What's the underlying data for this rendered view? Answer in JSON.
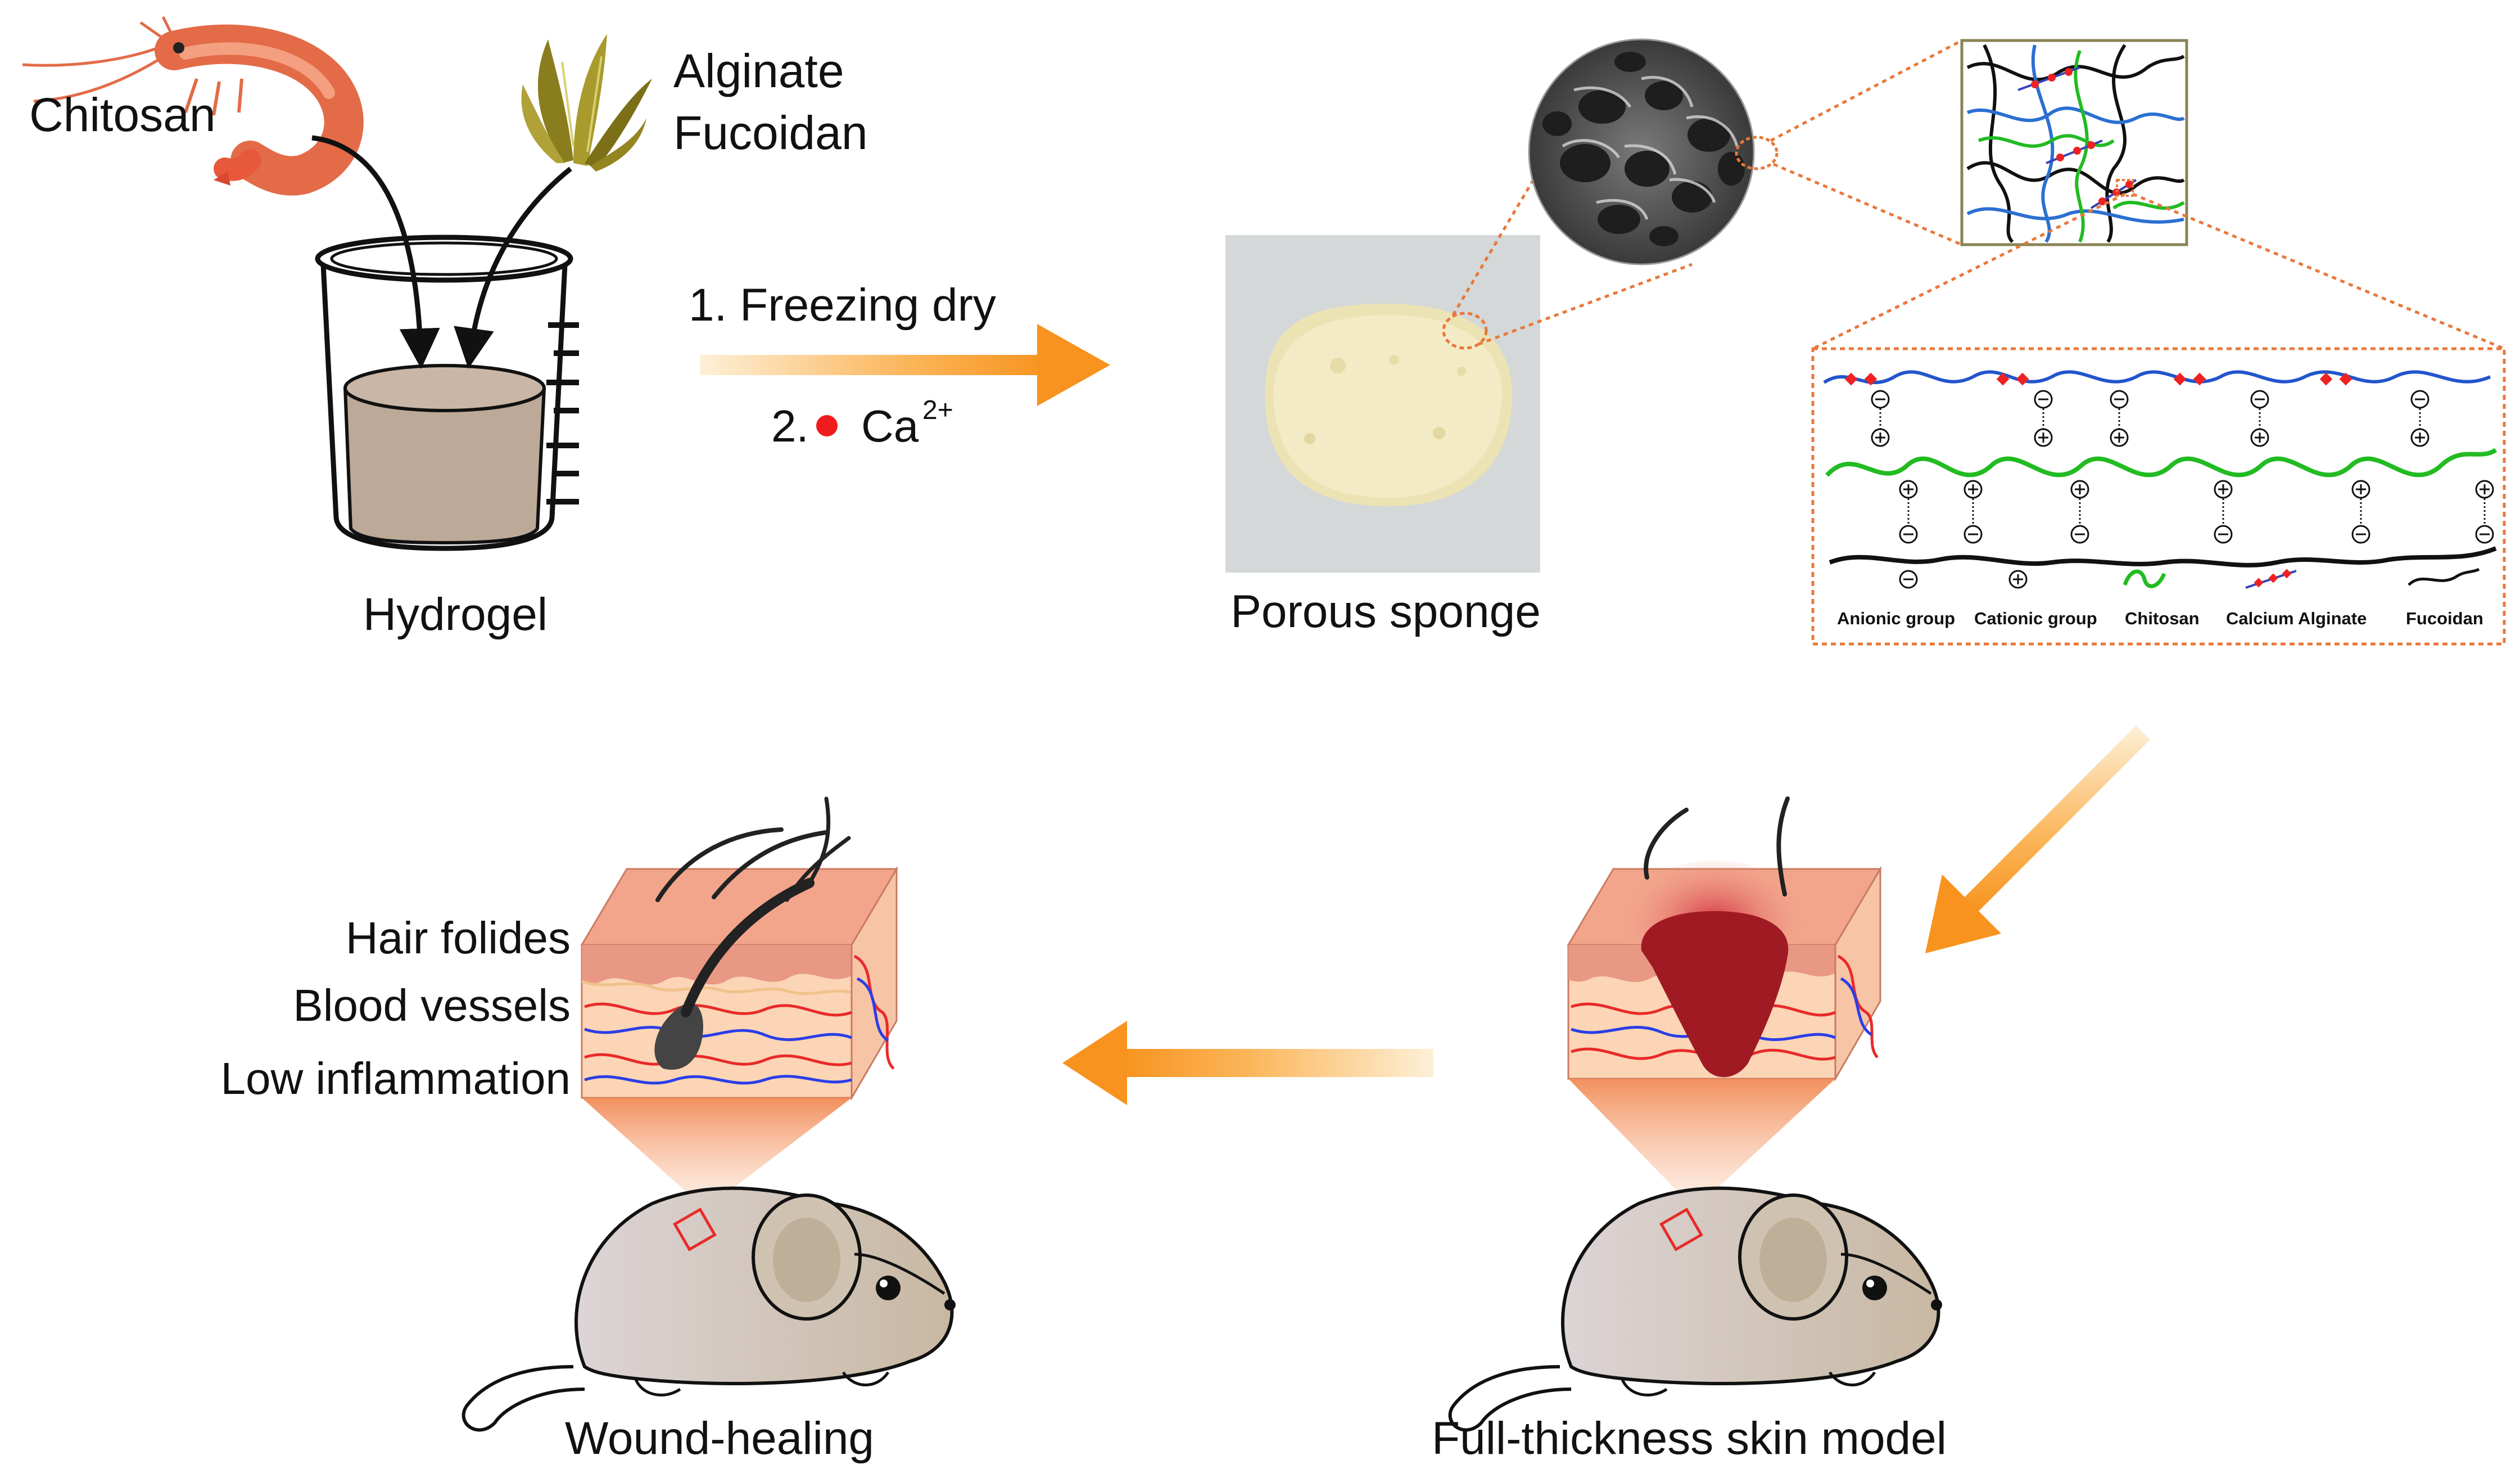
{
  "ingredients": {
    "chitosan": "Chitosan",
    "alginate": "Alginate",
    "fucoidan": "Fucoidan"
  },
  "steps": {
    "step1": "1. Freezing dry",
    "step2_prefix": "2.",
    "step2_ion": "Ca",
    "step2_charge": "2+"
  },
  "stages": {
    "hydrogel": "Hydrogel",
    "porous_sponge": "Porous sponge",
    "wound_healing": "Wound-healing",
    "skin_model": "Full-thickness skin model"
  },
  "outcomes": [
    "Hair folides",
    "Blood vessels",
    "Low inflammation"
  ],
  "legend": {
    "anionic": "Anionic group",
    "cationic": "Cationic group",
    "chitosan": "Chitosan",
    "calcium_alginate": "Calcium Alginate",
    "fucoidan": "Fucoidan"
  },
  "colors": {
    "arrow_orange": "#f7931e",
    "chitosan_green": "#22bb22",
    "alginate_blue": "#2255cc",
    "calcium_red": "#ee2222",
    "frame_orange": "#e8783a",
    "skin_pink": "#f0a48a",
    "wound_red": "#a01a24",
    "mouse_grey": "#cfc6c0"
  }
}
